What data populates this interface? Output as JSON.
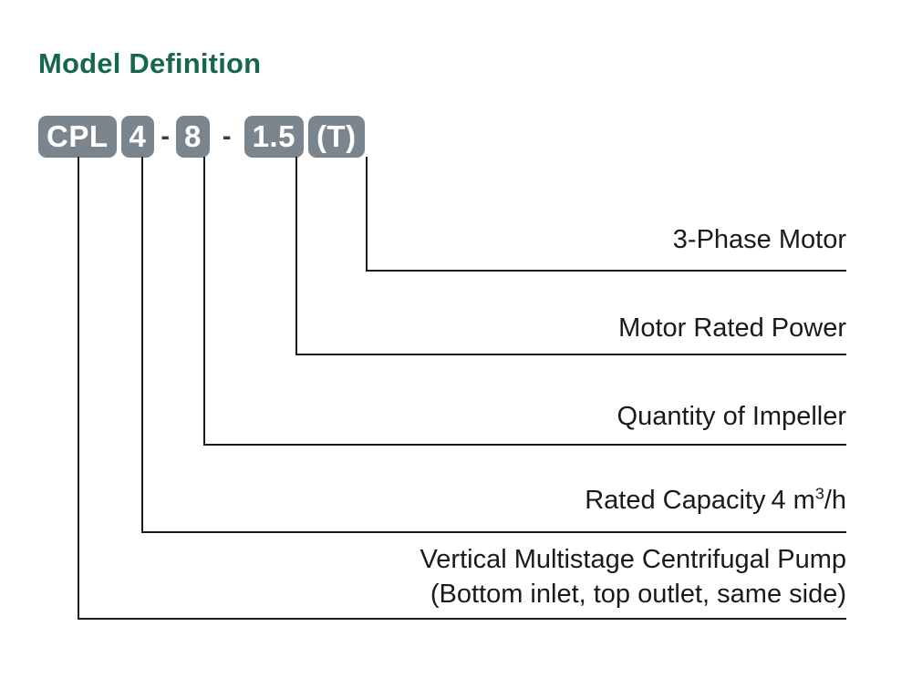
{
  "page": {
    "title": "Model Definition",
    "title_color": "#17684a",
    "background": "#ffffff",
    "line_color": "#1b1b1b",
    "box_color": "#7b858d",
    "box_text_color": "#ffffff",
    "label_color": "#1a1a1a"
  },
  "model_code": {
    "full": "CPL 4 - 8 - 1.5 (T)",
    "segments": [
      {
        "id": "series",
        "label": "CPL",
        "type": "box"
      },
      {
        "id": "gap1",
        "label": "",
        "type": "gap"
      },
      {
        "id": "capacity",
        "label": "4",
        "type": "box"
      },
      {
        "id": "sep1",
        "label": "-",
        "type": "separator"
      },
      {
        "id": "stages",
        "label": "8",
        "type": "box"
      },
      {
        "id": "sep2",
        "label": "-",
        "type": "separator"
      },
      {
        "id": "power",
        "label": "1.5",
        "type": "box"
      },
      {
        "id": "gap2",
        "label": "",
        "type": "gap"
      },
      {
        "id": "phase",
        "label": "(T)",
        "type": "box"
      }
    ]
  },
  "callouts": [
    {
      "id": "phase-motor",
      "source_segment": "(T)",
      "text": "3-Phase Motor",
      "line1": "3-Phase Motor",
      "line2": ""
    },
    {
      "id": "motor-rated-power",
      "source_segment": "1.5",
      "text": "Motor Rated Power",
      "line1": "Motor Rated Power",
      "line2": ""
    },
    {
      "id": "quantity-of-impeller",
      "source_segment": "8",
      "text": "Quantity of Impeller",
      "line1": "Quantity of Impeller",
      "line2": ""
    },
    {
      "id": "rated-capacity",
      "source_segment": "4",
      "text": "Rated Capacity  4 m3/h",
      "prefix": "Rated Capacity",
      "value": "4 m",
      "exponent": "3",
      "suffix": "/h",
      "line2": ""
    },
    {
      "id": "pump-type",
      "source_segment": "CPL",
      "text": "Vertical Multistage Centrifugal Pump (Bottom inlet, top outlet, same side)",
      "line1": "Vertical Multistage Centrifugal Pump",
      "line2": "(Bottom inlet, top outlet, same side)"
    }
  ]
}
